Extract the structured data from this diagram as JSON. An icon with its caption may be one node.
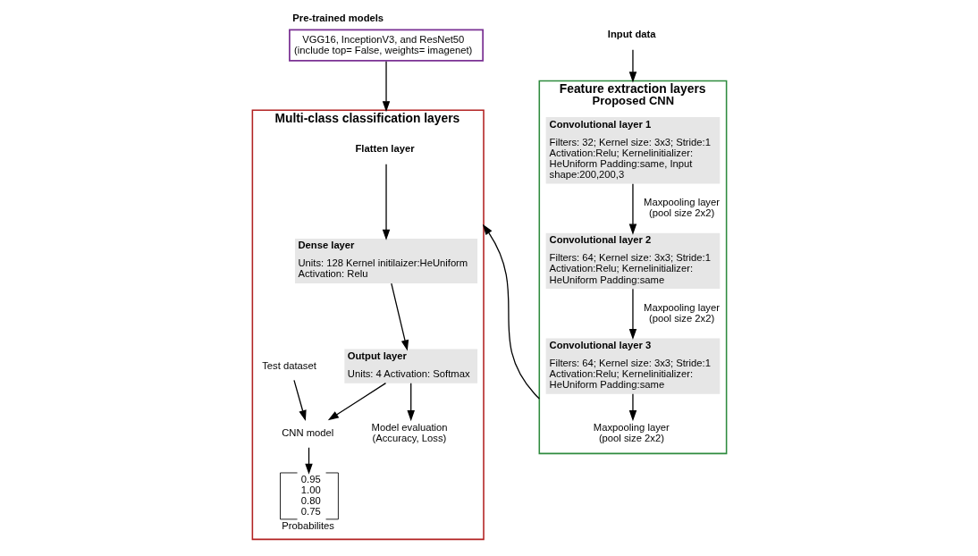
{
  "diagram": {
    "nodes": [
      {
        "text": [
          "Feature extraction layers"
        ],
        "beside": [
          "Proposed CNN"
        ]
      },
      {
        "text": [
          "Convolutional layer 1",
          "Filters: 32; Kernel size: 3x3; Stride:1 Activation:Relu; Kernelinitializer: HeUniform Padding:same, Input shape:200,200,3"
        ],
        "in": 0
      },
      {
        "text": [
          "Convolutional layer 2",
          "Filters: 64; Kernel size: 3x3; Stride:1 Activation:Relu; Kernelinitializer: HeUniform Padding:same"
        ],
        "in": 0
      },
      {
        "text": [
          "Convolutional layer 3",
          "Filters: 64; Kernel size: 3x3; Stride:1 Activation:Relu; Kernelinitializer: HeUniform Padding:same"
        ],
        "in": 0
      },
      {
        "text": [
          "Maxpooling layer (pool size 2x2)"
        ],
        "in": 0
      },
      {
        "text": [
          "Pre-trained models",
          "VGG16, InceptionV3, and ResNet50 (include top= False, weights= imagenet)"
        ]
      },
      {
        "text": [
          "Input data"
        ]
      },
      {
        "text": [
          "Multi-class classification layers"
        ]
      },
      {
        "text": [
          "Flatten layer"
        ],
        "in": 7
      },
      {
        "text": [
          "Dense layer",
          "Units: 128 Kernel initilaizer:HeUniform Activation: Relu"
        ],
        "in": 7
      },
      {
        "text": [
          "Output layer",
          "Units: 4 Activation: Softmax"
        ],
        "in": 7
      },
      {
        "text": [
          "Model evaluation (Accuracy, Loss)"
        ],
        "in": 7
      },
      {
        "text": [
          "CNN model"
        ],
        "in": 7
      },
      {
        "text": [
          "Test dataset"
        ],
        "in": 7
      },
      {
        "text": [
          "0.95",
          "1.00",
          "0.80",
          "0.75",
          "Probabilites"
        ],
        "in": 7
      }
    ],
    "edges": [
      {
        "from": 1,
        "to": 2,
        "arrow": "to",
        "label": "Maxpooling layer (pool size 2x2)"
      },
      {
        "from": 2,
        "to": 3,
        "arrow": "to",
        "label": "Maxpooling layer (pool size 2x2)"
      },
      {
        "from": 3,
        "to": 4,
        "arrow": "to"
      },
      {
        "from": 6,
        "to": 0,
        "arrow": "to"
      },
      {
        "from": 0,
        "to": 7,
        "arrow": "to"
      },
      {
        "from": 5,
        "to": 7,
        "arrow": "to"
      },
      {
        "from": 8,
        "to": 9,
        "arrow": "to"
      },
      {
        "from": 9,
        "to": 10,
        "arrow": "to"
      },
      {
        "from": 10,
        "to": 11,
        "arrow": "to"
      },
      {
        "from": 10,
        "to": 12,
        "arrow": "to"
      },
      {
        "from": 13,
        "to": 12,
        "arrow": "to"
      },
      {
        "from": 12,
        "to": 14,
        "arrow": "to"
      }
    ]
  }
}
